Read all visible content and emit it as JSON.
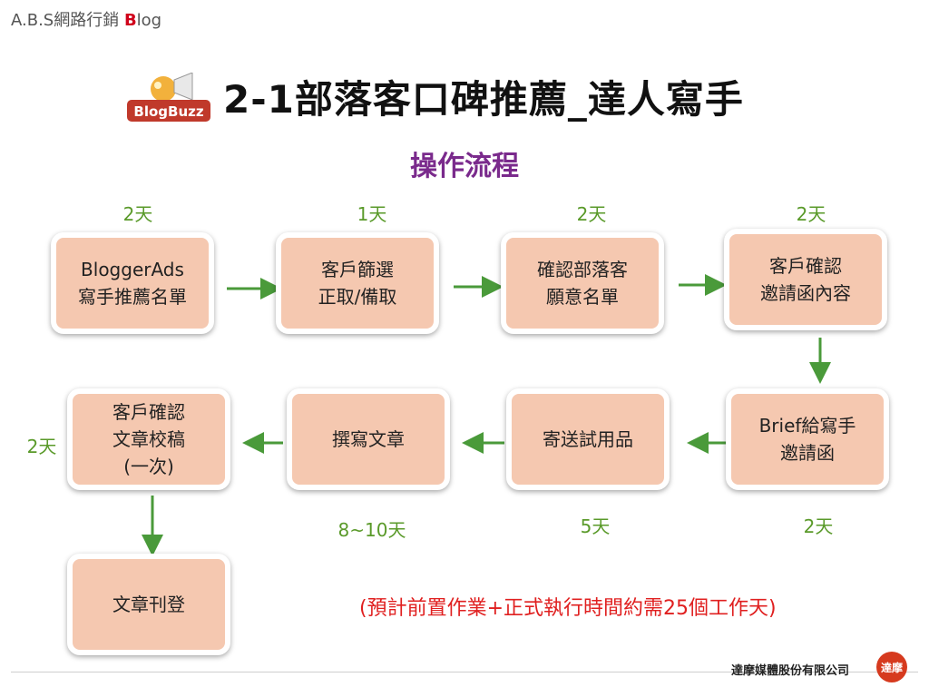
{
  "header": {
    "brand_prefix": "A.B.S網路行銷 ",
    "brand_accent": "B",
    "brand_suffix": "log",
    "logo_text": "BlogBuzz",
    "title": "2-1部落客口碑推薦_達人寫手",
    "subtitle": "操作流程"
  },
  "flow": {
    "steps": [
      {
        "label": "BloggerAds\n寫手推薦名單",
        "days": "2天"
      },
      {
        "label": "客戶篩選\n正取/備取",
        "days": "1天"
      },
      {
        "label": "確認部落客\n願意名單",
        "days": "2天"
      },
      {
        "label": "客戶確認\n邀請函內容",
        "days": "2天"
      },
      {
        "label": "Brief給寫手\n邀請函",
        "days": "2天"
      },
      {
        "label": "寄送試用品",
        "days": "5天"
      },
      {
        "label": "撰寫文章",
        "days": "8~10天"
      },
      {
        "label": "客戶確認\n文章校稿\n(一次)",
        "days": "2天"
      },
      {
        "label": "文章刊登"
      }
    ]
  },
  "note": "(預計前置作業+正式執行時間約需25個工作天)",
  "footer": {
    "company": "達摩媒體股份有限公司",
    "badge": "達摩"
  },
  "colors": {
    "step_fill": "#f5c8b0",
    "arrow": "#4a9a3a",
    "days_text": "#5a9a2a",
    "title_purple": "#7a2a8c",
    "note_red": "#e02020"
  }
}
